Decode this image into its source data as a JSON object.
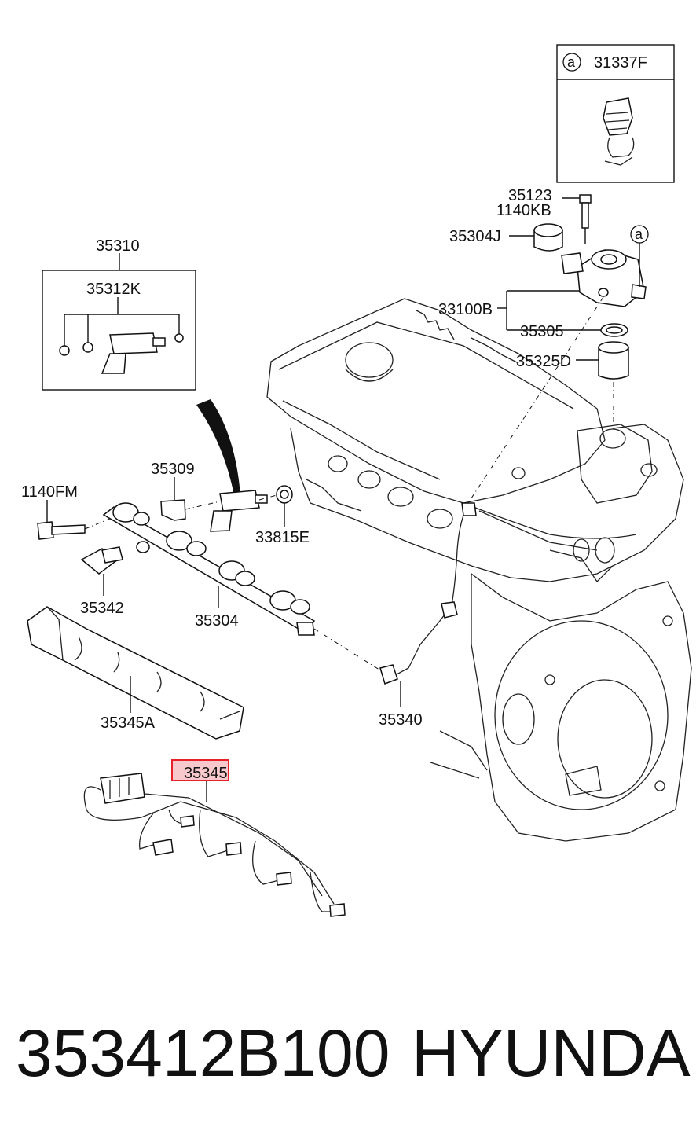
{
  "labels": {
    "p31337F": "31337F",
    "circle_a_box": "a",
    "circle_a_pump": "a",
    "p35123": "35123",
    "p1140KB": "1140KB",
    "p35304J": "35304J",
    "p33100B": "33100B",
    "p35305": "35305",
    "p35325D": "35325D",
    "p35310": "35310",
    "p35312K": "35312K",
    "p35309": "35309",
    "p1140FM": "1140FM",
    "p33815E": "33815E",
    "p35342": "35342",
    "p35304": "35304",
    "p35345A": "35345A",
    "p35340": "35340",
    "p35345": "35345"
  },
  "highlight": {
    "color": "#e8202a",
    "fill": "#f7c9cc"
  },
  "footer": {
    "part_number": "353412B100",
    "brand": "HYUNDAI"
  }
}
